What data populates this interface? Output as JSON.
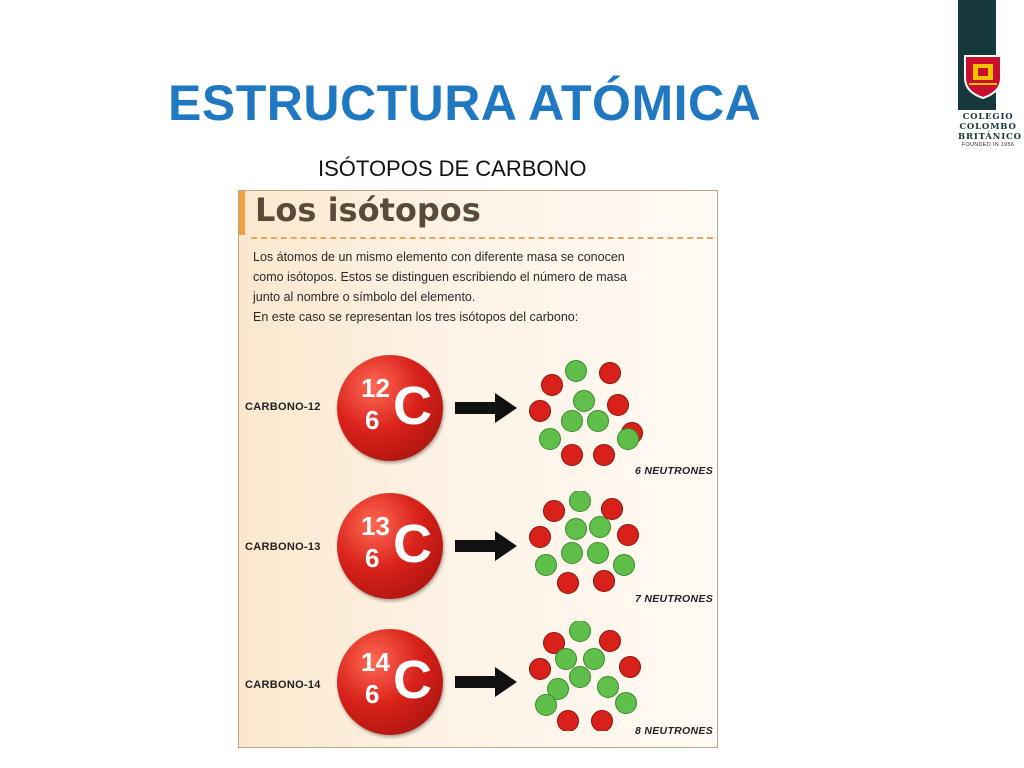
{
  "slide": {
    "title": "ESTRUCTURA ATÓMICA",
    "subtitle": "ISÓTOPOS DE CARBONO"
  },
  "logo": {
    "line1": "COLEGIO",
    "line2": "COLOMBO",
    "line3": "BRITÁNICO",
    "founded": "FOUNDED IN 1956",
    "colors": {
      "bar": "#16383b",
      "crest": "#c8102e"
    }
  },
  "panel": {
    "heading": "Los isótopos",
    "text_lines": [
      "Los átomos de un mismo elemento con diferente masa se conocen",
      "como isótopos. Estos se distinguen escribiendo el número de masa",
      "junto al nombre o símbolo del elemento.",
      "En este caso se representan los tres isótopos del carbono:"
    ]
  },
  "isotopes": [
    {
      "label": "CARBONO-12",
      "mass": "12",
      "atomic_number": "6",
      "symbol": "C",
      "neutrons_label": "6 NEUTRONES",
      "protons": 6,
      "neutrons": 6
    },
    {
      "label": "CARBONO-13",
      "mass": "13",
      "atomic_number": "6",
      "symbol": "C",
      "neutrons_label": "7 NEUTRONES",
      "protons": 6,
      "neutrons": 7
    },
    {
      "label": "CARBONO-14",
      "mass": "14",
      "atomic_number": "6",
      "symbol": "C",
      "neutrons_label": "8 NEUTRONES",
      "protons": 6,
      "neutrons": 8
    }
  ],
  "colors": {
    "title": "#1f78c1",
    "proton": "#d8211a",
    "neutron": "#5fbf4a",
    "panel_accent": "#f0a040"
  }
}
